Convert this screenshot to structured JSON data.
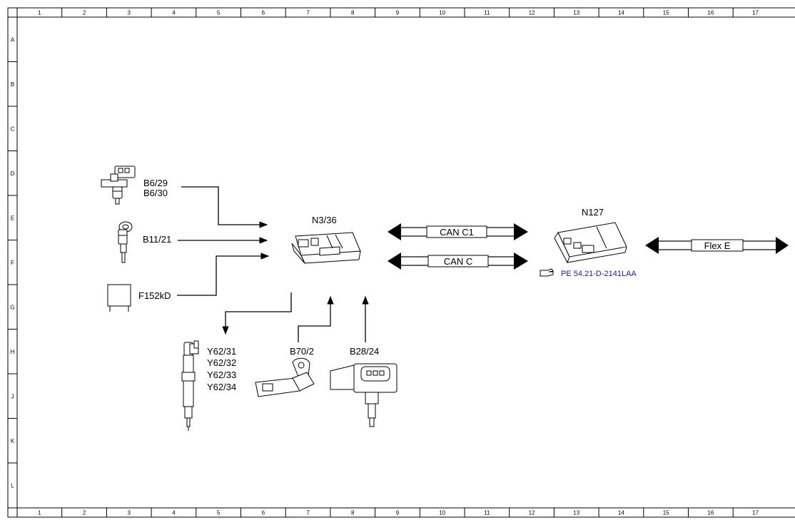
{
  "frame": {
    "columns": [
      "1",
      "2",
      "3",
      "4",
      "5",
      "6",
      "7",
      "8",
      "9",
      "10",
      "11",
      "12",
      "13",
      "14",
      "15",
      "16",
      "17"
    ],
    "rows": [
      "A",
      "B",
      "C",
      "D",
      "E",
      "F",
      "G",
      "H",
      "J",
      "K",
      "L"
    ]
  },
  "components": {
    "b6": {
      "line1": "B6/29",
      "line2": "B6/30",
      "icon": "camshaft-sensor-icon"
    },
    "b11": {
      "label": "B11/21",
      "icon": "temperature-sensor-icon"
    },
    "f152": {
      "label": "F152kD",
      "icon": "relay-icon"
    },
    "n3": {
      "label": "N3/36",
      "icon": "engine-control-unit-icon"
    },
    "n127": {
      "label": "N127",
      "icon": "powertrain-control-unit-icon"
    },
    "y62": {
      "lines": [
        "Y62/31",
        "Y62/32",
        "Y62/33",
        "Y62/34"
      ],
      "icon": "fuel-injector-icon"
    },
    "b70": {
      "label": "B70/2",
      "icon": "crankshaft-sensor-icon"
    },
    "b28": {
      "label": "B28/24",
      "icon": "pressure-sensor-icon"
    }
  },
  "buses": {
    "can_c1": "CAN C1",
    "can_c": "CAN C",
    "flex_e": "Flex E"
  },
  "reference": {
    "text": "PE 54.21-D-2141LAA",
    "icon": "pointing-hand-icon",
    "color": "#1a1aa6"
  }
}
